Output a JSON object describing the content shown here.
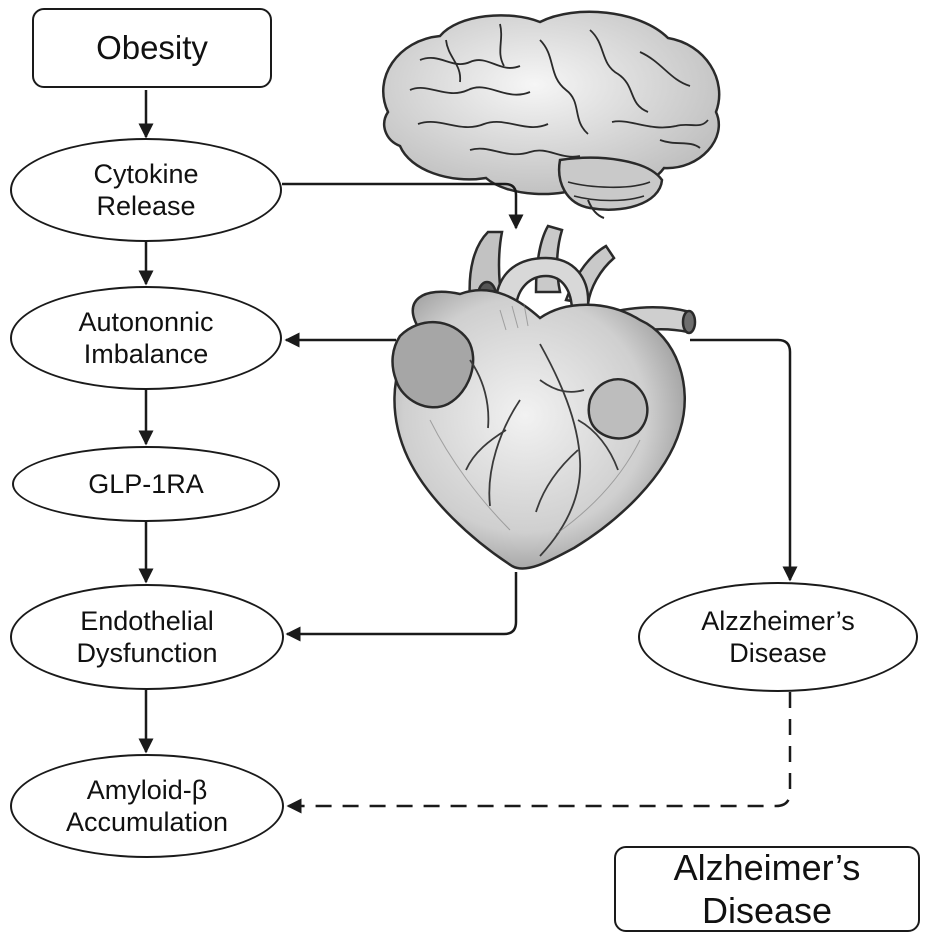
{
  "diagram": {
    "nodes": {
      "obesity": {
        "label": "Obesity"
      },
      "cytokine_release": {
        "line1": "Cytokine",
        "line2": "Release"
      },
      "autonomic_imbalance": {
        "line1": "Autononnic",
        "line2": "Imbalance"
      },
      "glp1ra": {
        "label": "GLP-1RA"
      },
      "endothelial_dysfunction": {
        "line1": "Endothelial",
        "line2": "Dysfunction"
      },
      "amyloid_accumulation": {
        "line1": "Amyloid-β",
        "line2": "Accumulation"
      },
      "alzheimers_disease_oval": {
        "line1": "Alzzheimer’s",
        "line2": "Disease"
      },
      "alzheimers_disease_box": {
        "line1": "Alzheimer’s",
        "line2": "Disease"
      }
    },
    "illustrations": [
      "brain-illustration",
      "heart-illustration"
    ],
    "colors": {
      "stroke": "#1a1a1a",
      "background": "#ffffff",
      "shading": "#b8b8b8"
    }
  }
}
